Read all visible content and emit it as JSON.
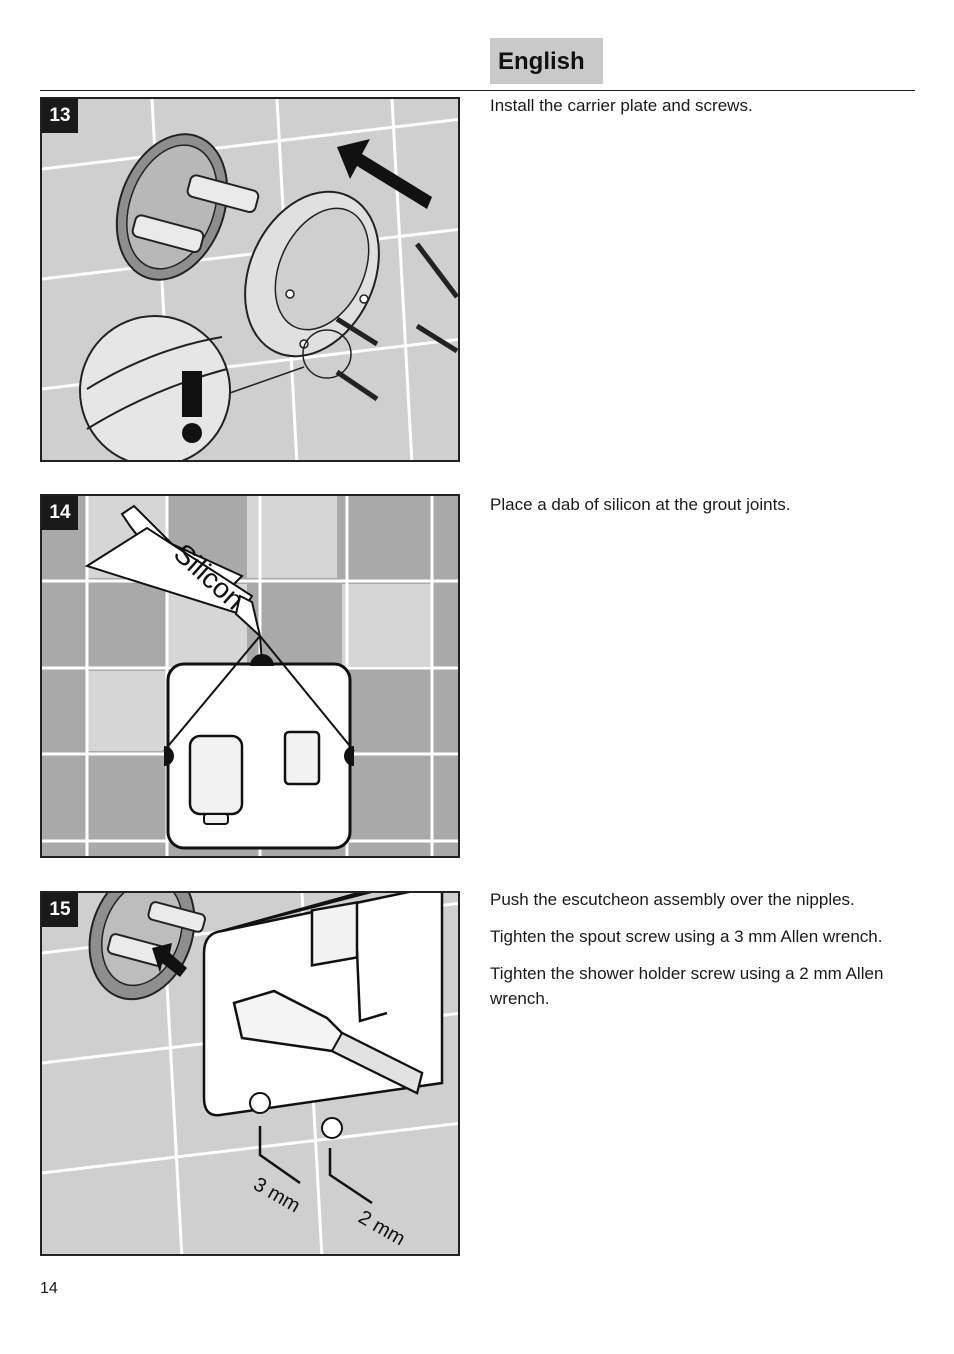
{
  "header": {
    "language": "English"
  },
  "steps": [
    {
      "number": "13",
      "texts": [
        "Install the carrier plate and screws."
      ]
    },
    {
      "number": "14",
      "texts": [
        "Place a dab of silicon at the grout joints."
      ],
      "label": "Silicon"
    },
    {
      "number": "15",
      "texts": [
        "Push the escutcheon assembly over the nipples.",
        "Tighten the spout screw using a 3 mm Allen wrench.",
        "Tighten the shower holder screw using a 2 mm Allen wrench."
      ],
      "wrench_labels": [
        "3 mm",
        "2 mm"
      ]
    }
  ],
  "footer": {
    "page_number": "14"
  }
}
